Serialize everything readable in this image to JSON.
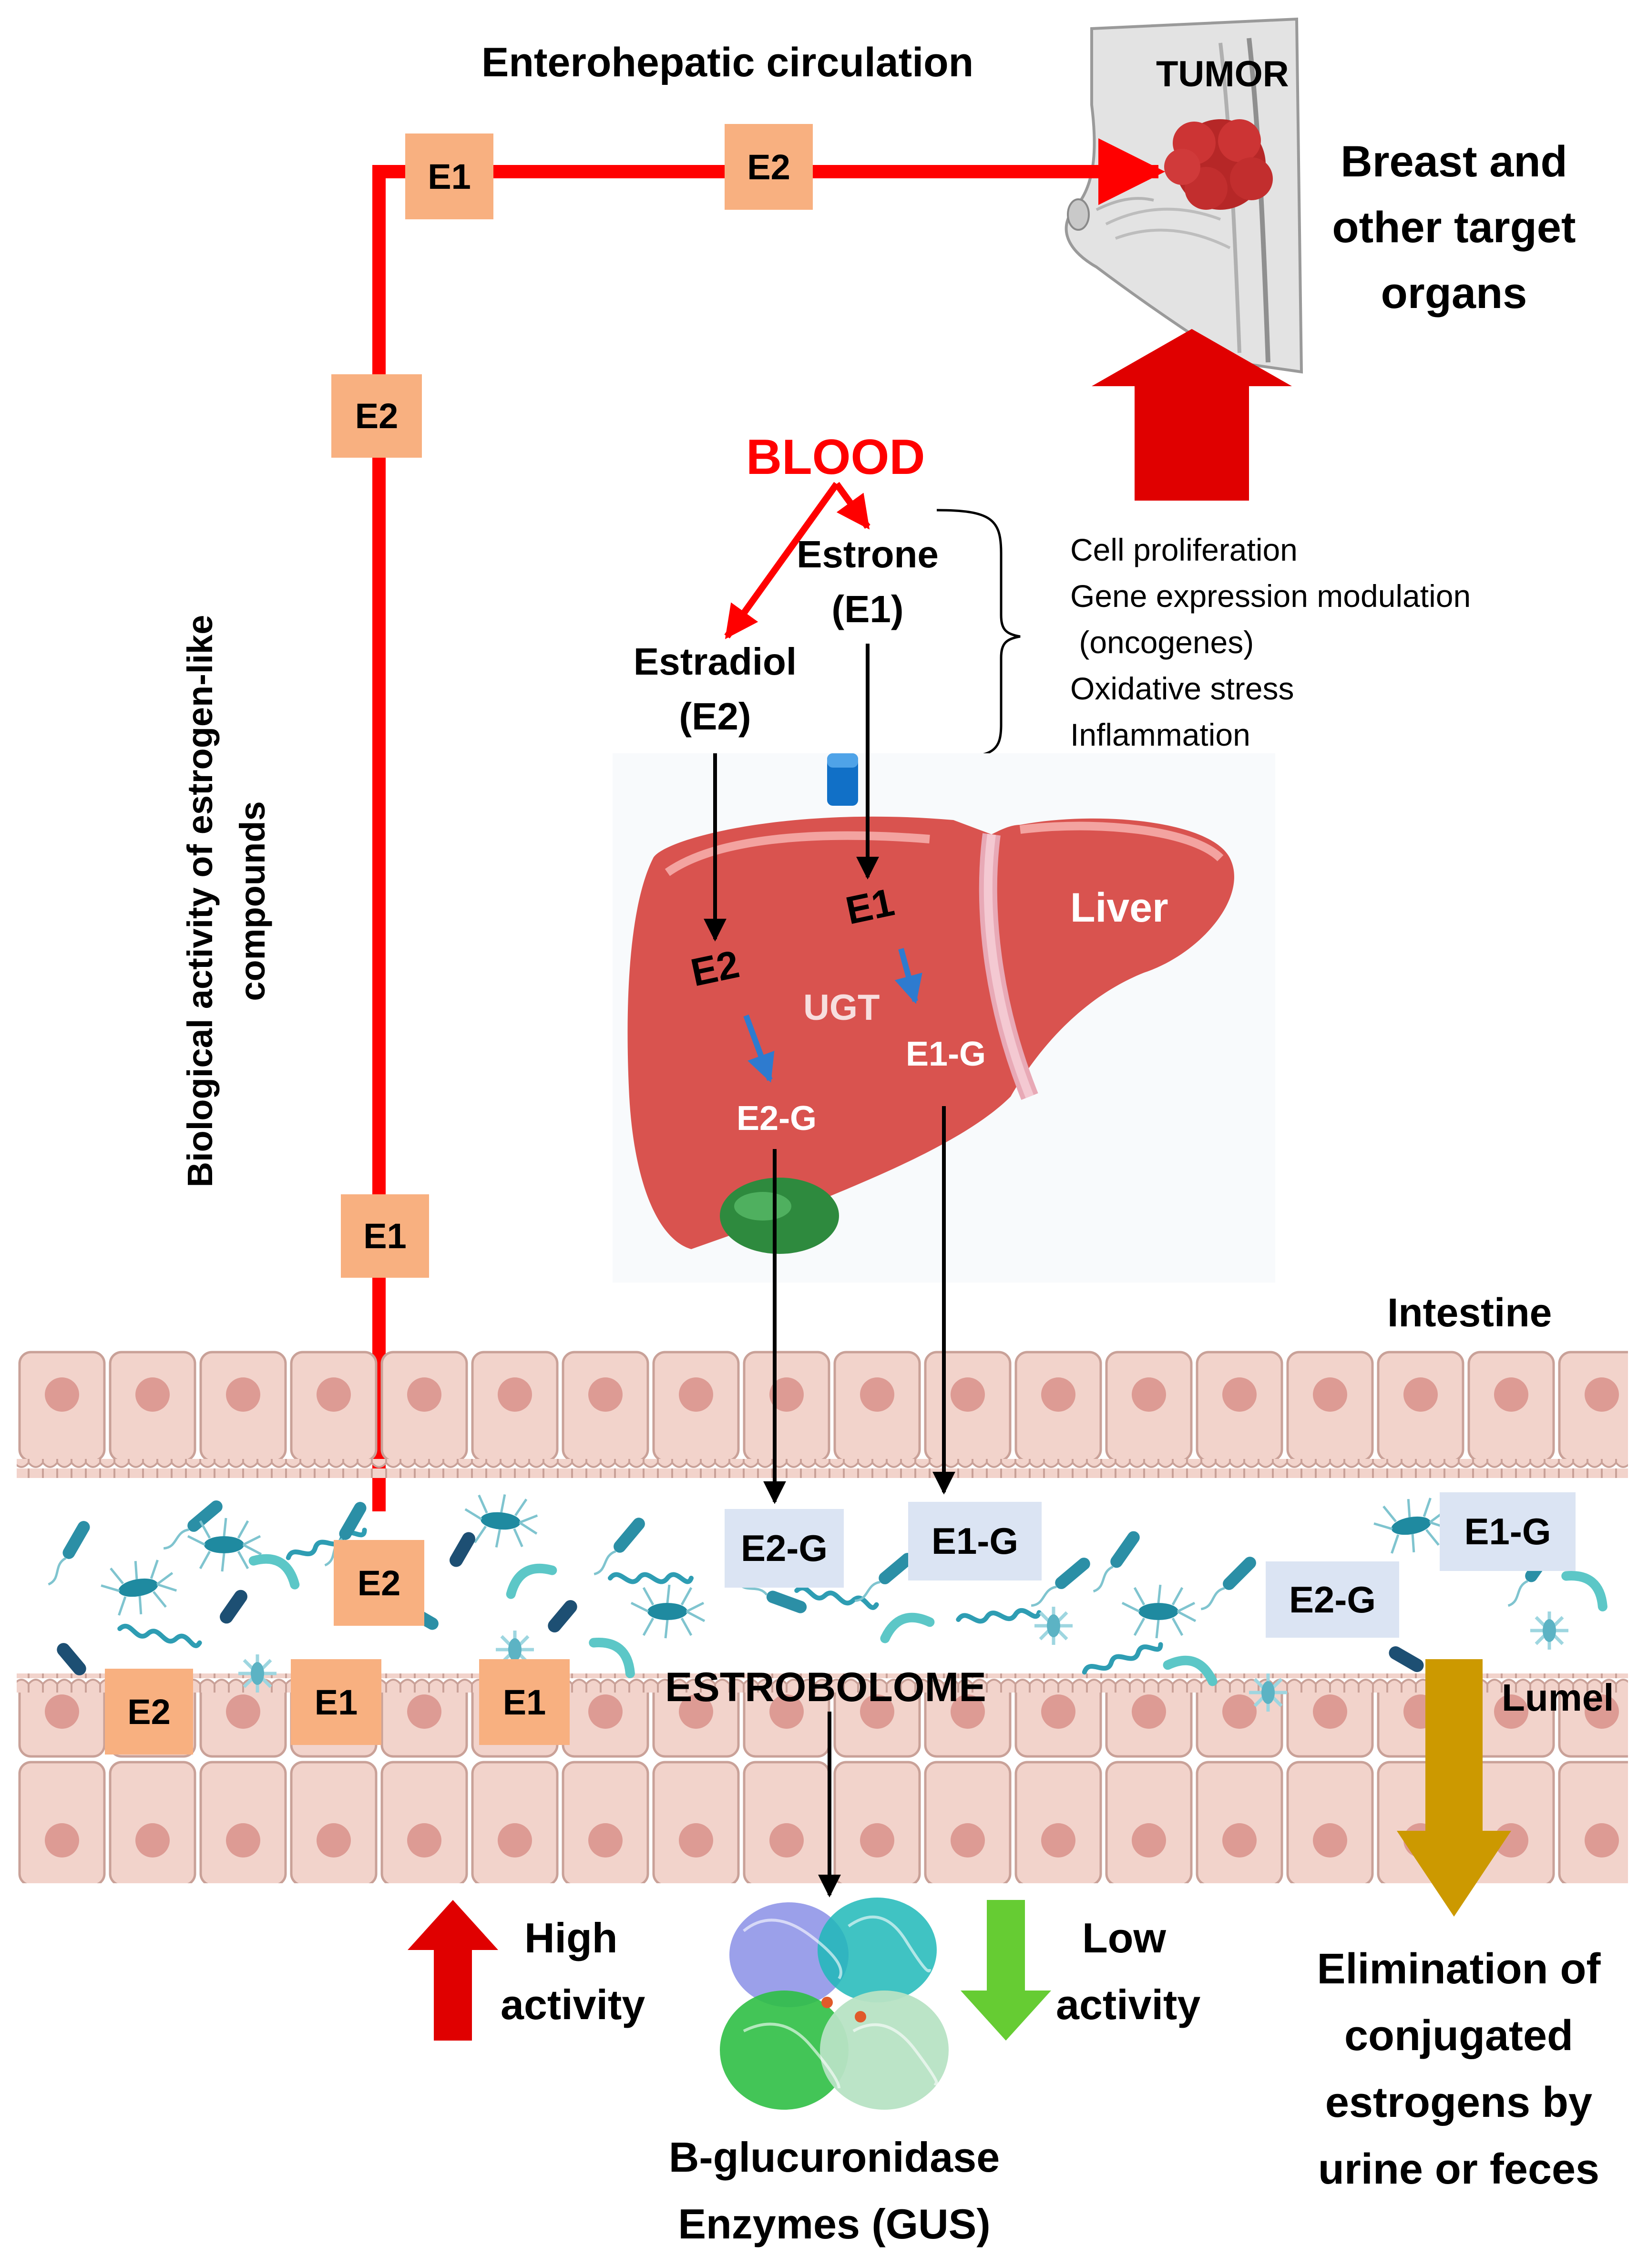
{
  "diagram": {
    "title": "Enterohepatic circulation",
    "tumor_label": "TUMOR",
    "target_label": [
      "Breast and",
      "other target",
      "organs"
    ],
    "blood_label": "BLOOD",
    "estrone_label": [
      "Estrone",
      "(E1)"
    ],
    "estradiol_label": [
      "Estradiol",
      "(E2)"
    ],
    "effects": [
      "Cell proliferation",
      "Gene expression modulation",
      " (oncogenes)",
      "Oxidative stress",
      "Inflammation"
    ],
    "vertical_label": [
      "Biological activity of estrogen-like",
      "compounds"
    ],
    "liver": {
      "name": "Liver",
      "enzyme": "UGT",
      "e2": "E2",
      "e1": "E1",
      "e2g": "E2-G",
      "e1g": "E1-G"
    },
    "pathway_boxes": {
      "top_e1": "E1",
      "top_e2": "E2",
      "left_e2": "E2",
      "left_e1": "E1"
    },
    "intestine_label": "Intestine",
    "lumen_label": "Lumel",
    "estrobolome_label": "ESTROBOLOME",
    "lumen_boxes": {
      "e2_a": "E2",
      "e2_b": "E2",
      "e1_a": "E1",
      "e1_b": "E1",
      "e2g_a": "E2-G",
      "e1g_a": "E1-G",
      "e2g_b": "E2-G",
      "e1g_b": "E1-G"
    },
    "high_activity": [
      "High",
      "activity"
    ],
    "low_activity": [
      "Low",
      "activity"
    ],
    "enzyme_label": [
      "B-glucuronidase",
      "Enzymes (GUS)"
    ],
    "elimination_label": [
      "Elimination of",
      "conjugated",
      "estrogens by",
      "urine or feces"
    ]
  },
  "colors": {
    "circulation": "#ff0000",
    "high_arrow": "#e00000",
    "low_arrow": "#66cc33",
    "elimination_arrow": "#cc9900",
    "conversion_arrow": "#2e7bcf",
    "liver": "#d9534f",
    "cell": "#f2d3cb",
    "orange_box": "#f8b080",
    "blue_box": "#dbe4f3"
  },
  "icons": [
    "breast-icon",
    "tumor-icon",
    "liver-icon",
    "gallbladder-icon",
    "bacteria-icon",
    "enzyme-protein-icon"
  ]
}
